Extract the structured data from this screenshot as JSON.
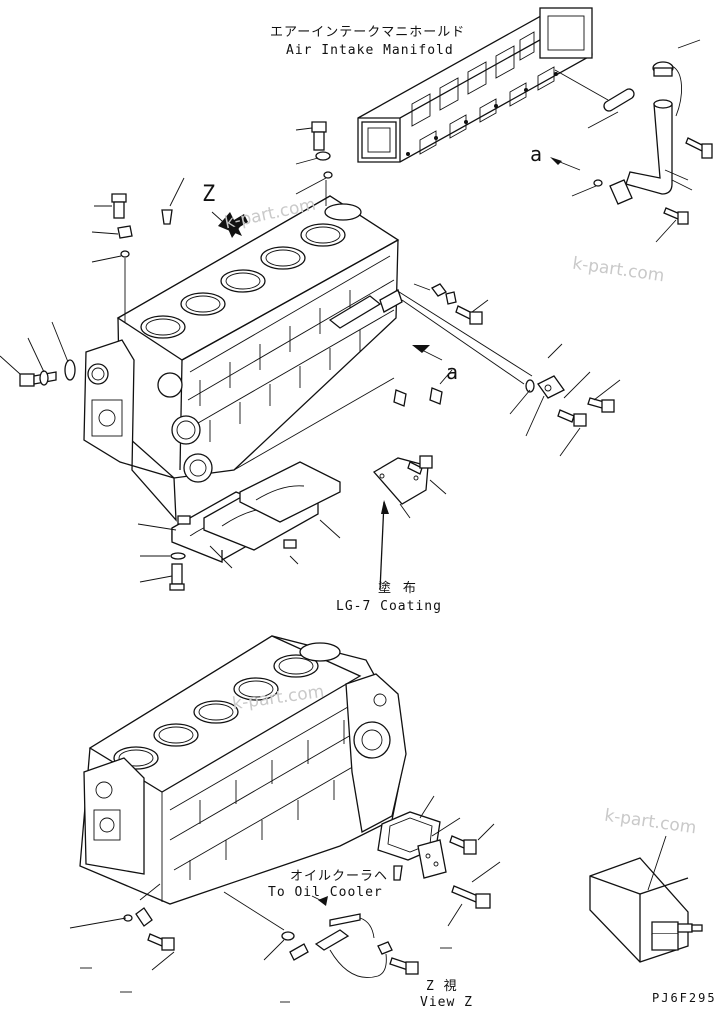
{
  "labels": {
    "manifold_jp": "エアーインテークマニホールド",
    "manifold_en": "Air Intake Manifold",
    "coating_jp": "塗 布",
    "coating_en": "LG-7 Coating",
    "cooler_jp": "オイルクーラヘ",
    "cooler_en": "To Oil Cooler",
    "viewz_jp": "Z  視",
    "viewz_en": "View Z",
    "view_letter": "Z",
    "ref_a_top": "a",
    "ref_a_mid": "a",
    "drawing_code": "PJ6F295"
  },
  "watermarks": [
    "k-part.com",
    "k-part.com",
    "k-part.com",
    "k-part.com"
  ]
}
